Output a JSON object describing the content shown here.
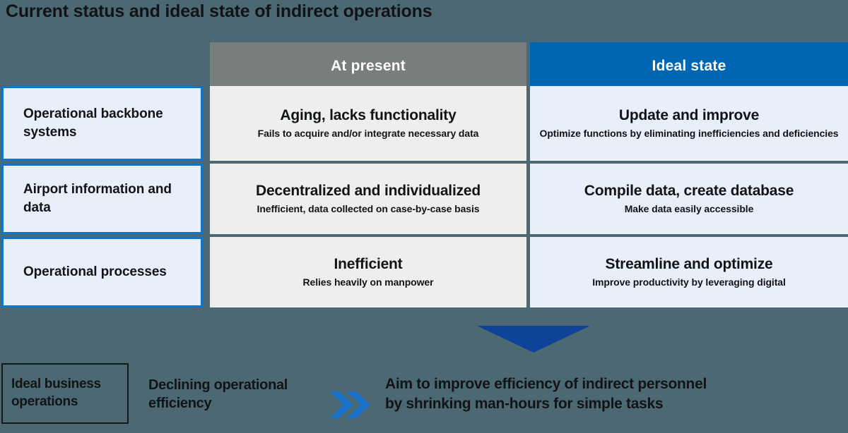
{
  "title": "Current status and ideal state of indirect operations",
  "matrix": {
    "columns": [
      {
        "key": "row_label",
        "label": ""
      },
      {
        "key": "at_present",
        "label": "At present"
      },
      {
        "key": "ideal_state",
        "label": "Ideal state"
      }
    ],
    "rows": [
      {
        "label": "Operational backbone systems",
        "at_present": {
          "headline": "Aging, lacks functionality",
          "detail": "Fails to acquire and/or integrate necessary data"
        },
        "ideal_state": {
          "headline": "Update and improve",
          "detail": "Optimize functions by eliminating inefficiencies and deficiencies"
        }
      },
      {
        "label": "Airport information and data",
        "at_present": {
          "headline": "Decentralized and individualized",
          "detail": "Inefficient, data collected on case-by-case basis"
        },
        "ideal_state": {
          "headline": "Compile data, create database",
          "detail": "Make data easily accessible"
        }
      },
      {
        "label": "Operational processes",
        "at_present": {
          "headline": "Inefficient",
          "detail": "Relies heavily on manpower"
        },
        "ideal_state": {
          "headline": "Streamline and optimize",
          "detail": "Improve productivity by leveraging digital"
        }
      }
    ]
  },
  "flow": {
    "arrow_icon": "down-triangle-arrow-icon",
    "chevron_icon": "double-chevron-right-icon"
  },
  "bottom": {
    "ideal_business_operations": "Ideal business operations",
    "declining_efficiency": "Declining operational efficiency",
    "aim_line_1": "Aim to improve efficiency of indirect personnel",
    "aim_line_2": "by shrinking man-hours for simple tasks"
  },
  "colors": {
    "background": "#4c6872",
    "header_present": "#7a7d7e",
    "header_ideal": "#0066b3",
    "cell_present": "#eeeeec",
    "cell_ideal": "#e8eefa",
    "label_border": "#1274c4",
    "arrow": "#0d4398",
    "chevron": "#1a72c8",
    "text": "#111417"
  }
}
